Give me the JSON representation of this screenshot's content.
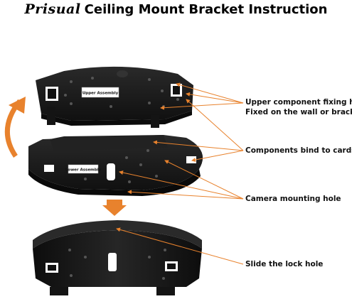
{
  "title": {
    "brand": "Prisual",
    "text": "Ceiling Mount Bracket Instruction"
  },
  "labels": {
    "upper_assembly": "Upper Assembly",
    "lower_assembly": "Lower Assembly"
  },
  "callouts": {
    "upper_fixing_line1": "Upper component fixing hole",
    "upper_fixing_line2": "Fixed on the wall or bracket",
    "bind_cards": "Components bind to cards",
    "camera_mounting": "Camera mounting hole",
    "slide_lock": "Slide the lock hole"
  },
  "colors": {
    "accent": "#e8822d",
    "metal": "#1a1a1a"
  }
}
